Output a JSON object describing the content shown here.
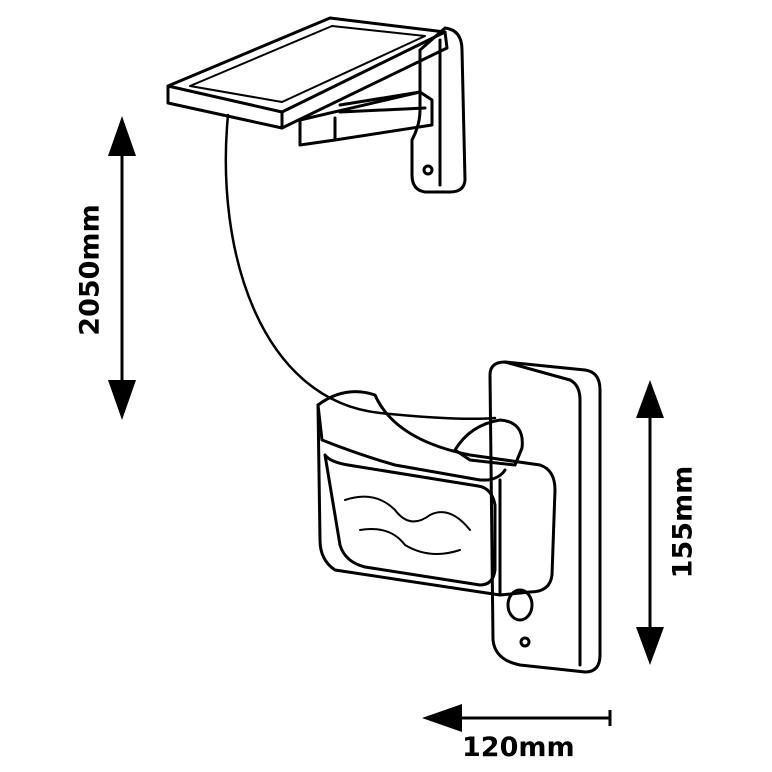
{
  "dimensions": {
    "cable_length": "2050mm",
    "lamp_height": "155mm",
    "lamp_depth": "120mm"
  },
  "colors": {
    "line": "#000000",
    "background": "#ffffff"
  }
}
